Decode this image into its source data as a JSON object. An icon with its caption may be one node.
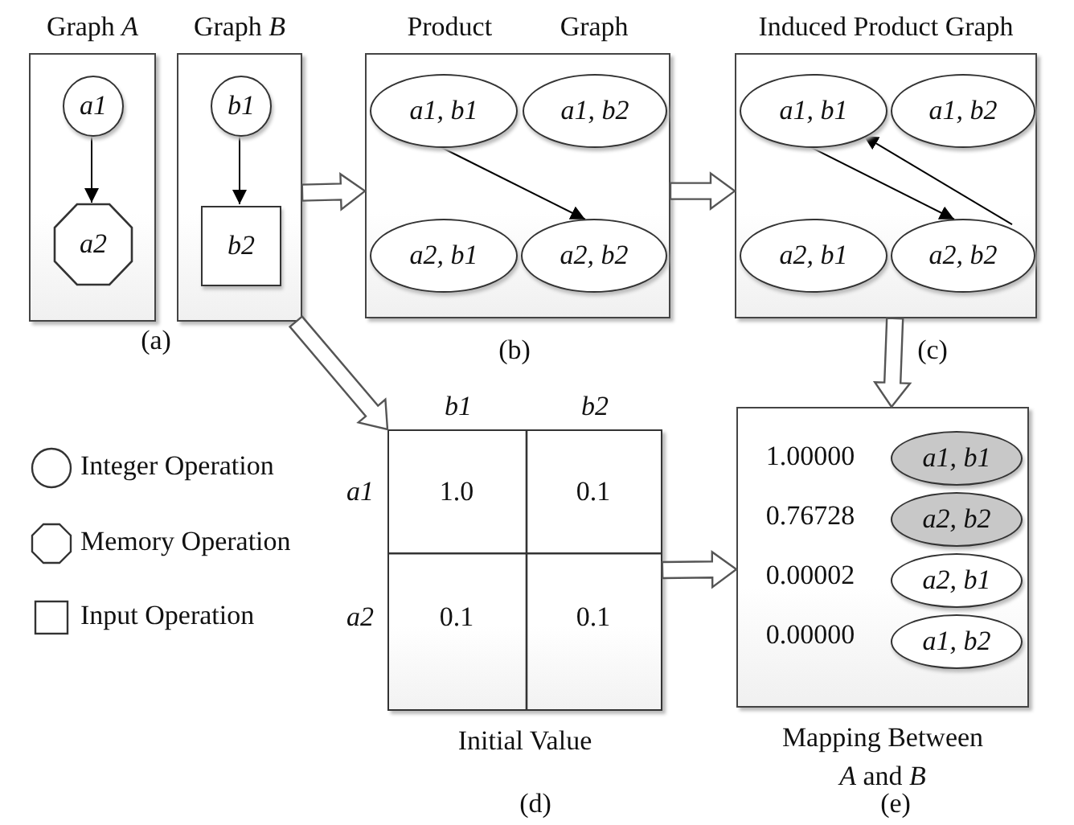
{
  "diagram": {
    "nodes": [
      {
        "text": [
          "Graph *A*"
        ]
      },
      {
        "text": [
          "a1"
        ],
        "in": 0
      },
      {
        "text": [
          "a2"
        ],
        "in": 0
      },
      {
        "text": [
          "Graph *B*"
        ]
      },
      {
        "text": [
          "b1"
        ],
        "in": 3
      },
      {
        "text": [
          "b2"
        ],
        "in": 3
      },
      {
        "text": [
          "Product Graph"
        ]
      },
      {
        "text": [
          "a1, b1"
        ],
        "in": 6
      },
      {
        "text": [
          "a1, b2"
        ],
        "in": 6
      },
      {
        "text": [
          "a2, b1"
        ],
        "in": 6
      },
      {
        "text": [
          "a2, b2"
        ],
        "in": 6
      },
      {
        "text": [
          "Induced Product Graph"
        ]
      },
      {
        "text": [
          "a1, b1"
        ],
        "in": 11
      },
      {
        "text": [
          "a1, b2"
        ],
        "in": 11
      },
      {
        "text": [
          "a2, b1"
        ],
        "in": 11
      },
      {
        "text": [
          "a2, b2"
        ],
        "in": 11
      },
      {
        "text": [],
        "shape": "box",
        "beside": [
          "Initial Value"
        ]
      },
      {
        "text": [],
        "shape": "box",
        "beside": [
          "Mapping Between *A* and *B*"
        ]
      },
      {
        "text": [
          "a1, b1"
        ],
        "in": 17
      },
      {
        "text": [
          "a2, b2"
        ],
        "in": 17
      },
      {
        "text": [
          "a2, b1"
        ],
        "in": 17
      },
      {
        "text": [
          "a1, b2"
        ],
        "in": 17
      }
    ],
    "edges": [
      {
        "from": 1,
        "to": 2,
        "arrow": "to"
      },
      {
        "from": 4,
        "to": 5,
        "arrow": "to"
      },
      {
        "from": 7,
        "to": 10,
        "arrow": "to"
      },
      {
        "from": 12,
        "to": 15,
        "arrow": "to"
      },
      {
        "from": 15,
        "to": 12,
        "arrow": "to"
      },
      {
        "from": 3,
        "to": 6,
        "arrow": "to",
        "style": "thick"
      },
      {
        "from": 6,
        "to": 11,
        "arrow": "to",
        "style": "thick"
      },
      {
        "from": 11,
        "to": 17,
        "arrow": "to",
        "style": "thick"
      },
      {
        "from": 3,
        "to": 16,
        "arrow": "to",
        "style": "thick"
      },
      {
        "from": 16,
        "to": 17,
        "arrow": "to",
        "style": "thick"
      }
    ],
    "labels": [
      "(a)",
      "(b)",
      "(c)",
      "b1",
      "b2",
      "a1",
      "1.0",
      "0.1",
      "a2",
      "0.1",
      "0.1",
      "1.00000",
      "0.76728",
      "0.00002",
      "0.00000",
      "(d)",
      "(e)"
    ],
    "legend": [
      {
        "text": "Integer Operation"
      },
      {
        "text": "Memory Operation"
      },
      {
        "text": "Input Operation"
      }
    ]
  }
}
